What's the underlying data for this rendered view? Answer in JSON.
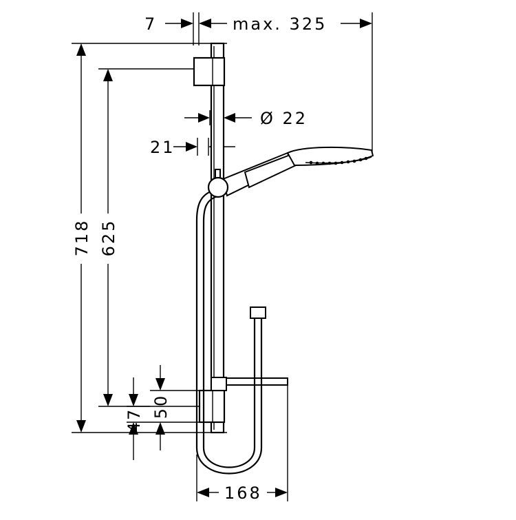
{
  "dimensions": {
    "top_left": "7",
    "top_reach": "max. 325",
    "diameter": "Ø 22",
    "offset": "21",
    "overall_height": "718",
    "rail_length": "625",
    "bracket_a": "50",
    "bracket_b": "47",
    "bottom_width": "168"
  },
  "colors": {
    "line": "#000000",
    "background": "#ffffff"
  }
}
